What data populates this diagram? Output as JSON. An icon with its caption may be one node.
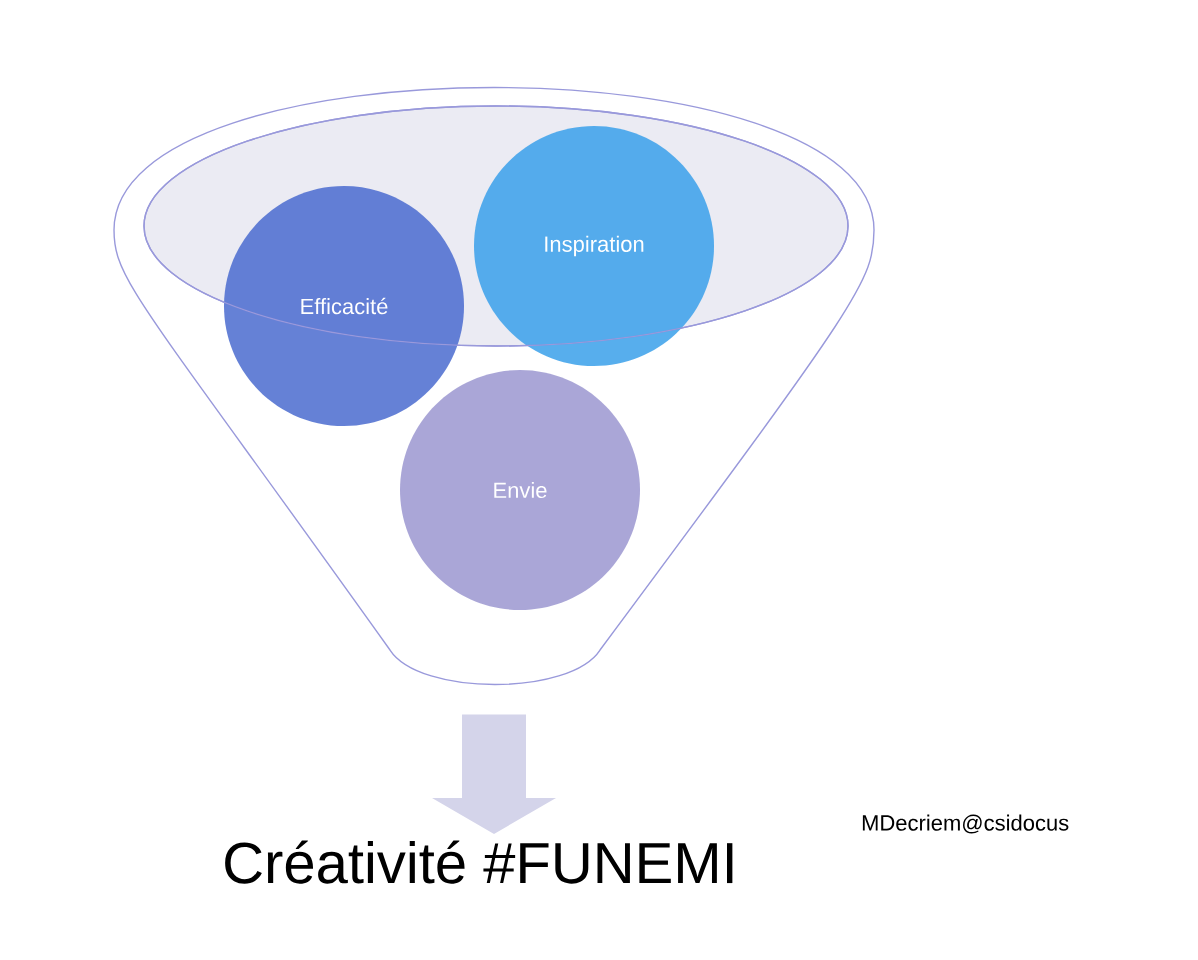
{
  "diagram": {
    "nodes": [
      {
        "text": [],
        "shape": "funnel"
      },
      {
        "text": [
          "Efficacité"
        ],
        "in": 0
      },
      {
        "text": [
          "Inspiration"
        ],
        "in": 0
      },
      {
        "text": [
          "Envie"
        ],
        "in": 0
      },
      {
        "text": [
          "Créativité #FUNEMI"
        ]
      }
    ],
    "edges": [
      {
        "from": 0,
        "to": 4,
        "arrow": "to"
      }
    ],
    "labels": [
      "MDecriem@csidocus"
    ]
  }
}
